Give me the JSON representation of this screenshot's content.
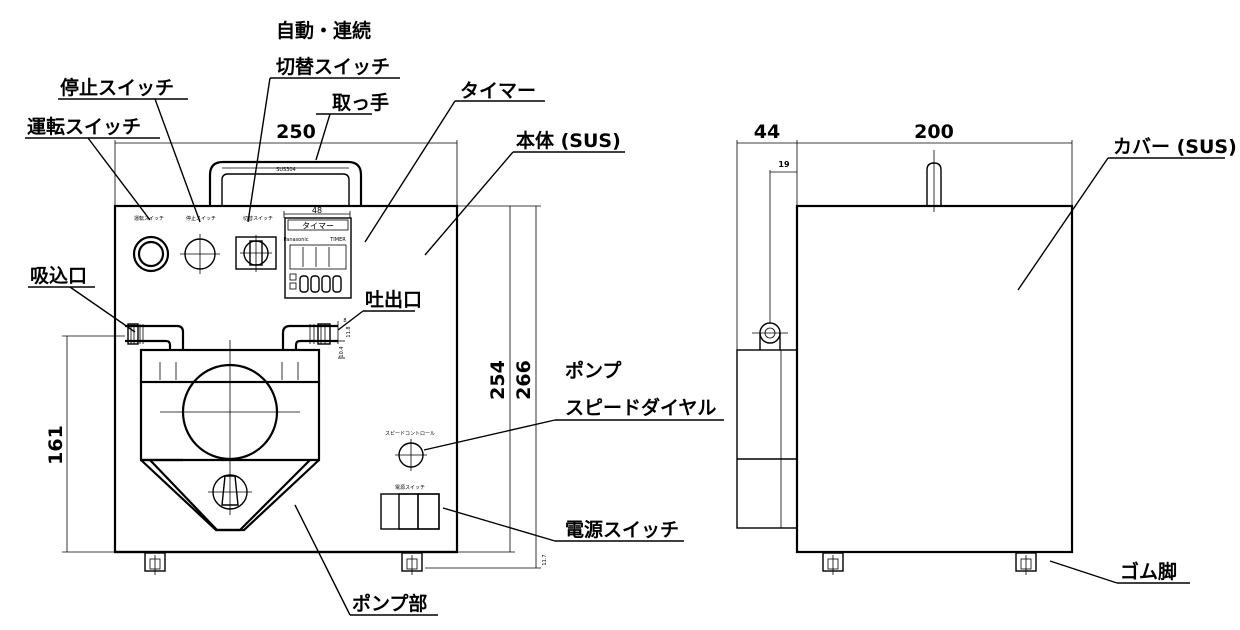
{
  "labels": {
    "auto_continuous": "自動・連続",
    "switch_changer": "切替スイッチ",
    "stop_switch": "停止スイッチ",
    "run_switch": "運転スイッチ",
    "handle": "取っ手",
    "timer": "タイマー",
    "body_sus": "本体 (SUS)",
    "cover_sus": "カバー (SUS)",
    "inlet": "吸込口",
    "outlet": "吐出口",
    "pump": "ポンプ",
    "speed_dial": "スピードダイヤル",
    "power_switch": "電源スイッチ",
    "pump_part": "ポンプ部",
    "rubber_foot": "ゴム脚",
    "timer_panel": "タイマー",
    "timer_brand": "Panasonic",
    "timer_model": "TIMER",
    "panel_run": "運転スイッチ",
    "panel_stop": "停止スイッチ",
    "panel_change": "切替スイッチ",
    "panel_speed": "スピードコントロール",
    "panel_power": "電源スイッチ",
    "handle_mark": "SUS304"
  },
  "dimensions": {
    "width_front": "250",
    "timer_width": "48",
    "inlet_height": "161",
    "height_254": "254",
    "height_266": "266",
    "foot_height": "11.7",
    "outlet_8": "8",
    "outlet_11_8": "11.8",
    "outlet_10_4": "10.4",
    "side_44": "44",
    "side_200": "200",
    "side_19": "19"
  }
}
